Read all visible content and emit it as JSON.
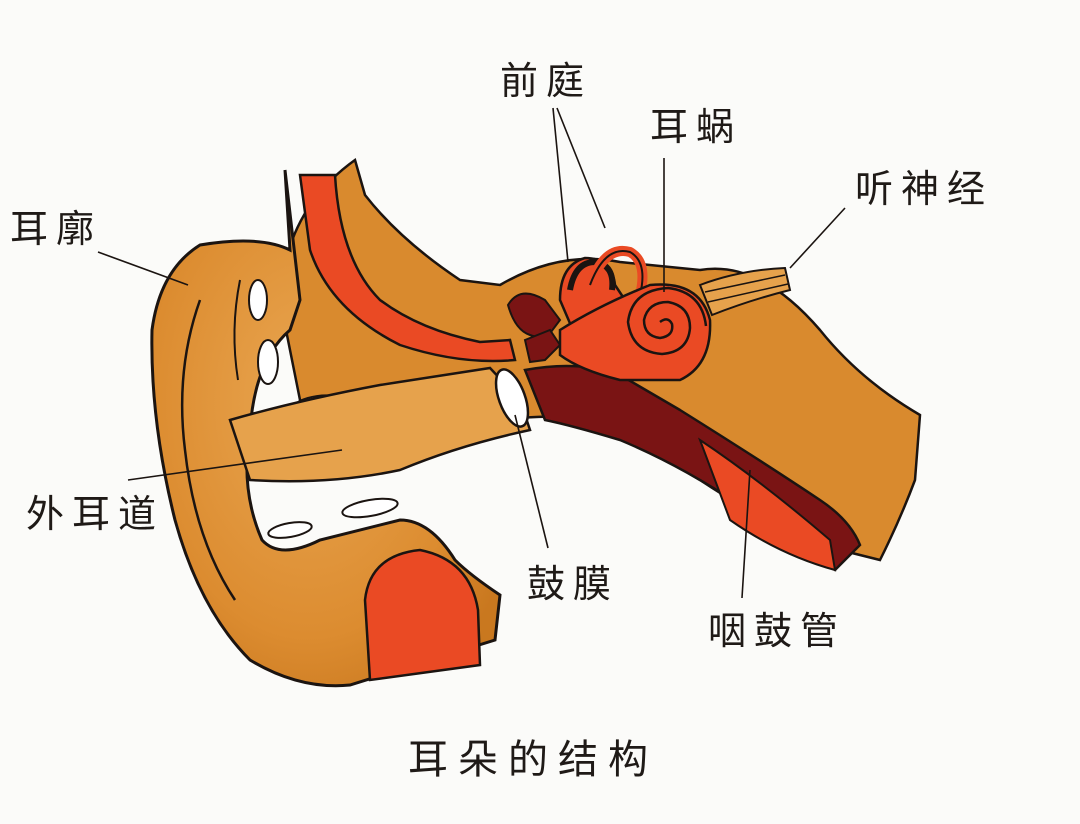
{
  "labels": {
    "vestibule": "前庭",
    "cochlea": "耳蜗",
    "auditory_nerve": "听神经",
    "auricle": "耳廓",
    "ear_canal": "外耳道",
    "eardrum": "鼓膜",
    "eustachian_tube": "咽鼓管"
  },
  "title": "耳朵的结构",
  "colors": {
    "tissue": "#d98a2e",
    "tissue_light": "#e6a24c",
    "tissue_dark": "#c7761f",
    "red": "#ea4a24",
    "dark_red": "#7a1414",
    "outline": "#1b1411",
    "background": "#fbfbf9"
  }
}
